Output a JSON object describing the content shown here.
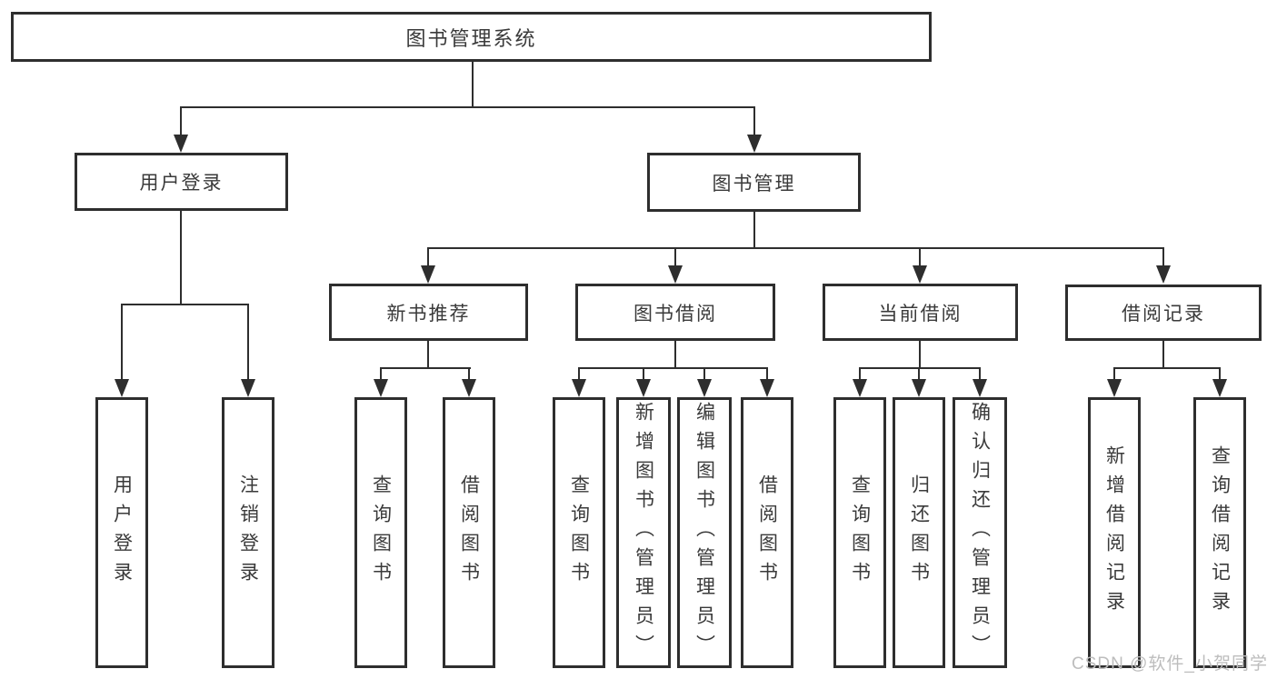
{
  "tree": {
    "label": "图书管理系统",
    "children": [
      {
        "label": "用户登录",
        "children": [
          {
            "label": "用户登录"
          },
          {
            "label": "注销登录"
          }
        ]
      },
      {
        "label": "图书管理",
        "children": [
          {
            "label": "新书推荐",
            "children": [
              {
                "label": "查询图书"
              },
              {
                "label": "借阅图书"
              }
            ]
          },
          {
            "label": "图书借阅",
            "children": [
              {
                "label": "查询图书"
              },
              {
                "label": "新增图书（管理员）"
              },
              {
                "label": "编辑图书（管理员）"
              },
              {
                "label": "借阅图书"
              }
            ]
          },
          {
            "label": "当前借阅",
            "children": [
              {
                "label": "查询图书"
              },
              {
                "label": "归还图书"
              },
              {
                "label": "确认归还（管理员）"
              }
            ]
          },
          {
            "label": "借阅记录",
            "children": [
              {
                "label": "新增借阅记录"
              },
              {
                "label": "查询借阅记录"
              }
            ]
          }
        ]
      }
    ]
  },
  "watermark": "CSDN @软件_小贺同学",
  "colors": {
    "line": "#2e2e2e",
    "text": "#3a3a3a",
    "background": "#ffffff",
    "watermark": "#bdbdbd"
  }
}
